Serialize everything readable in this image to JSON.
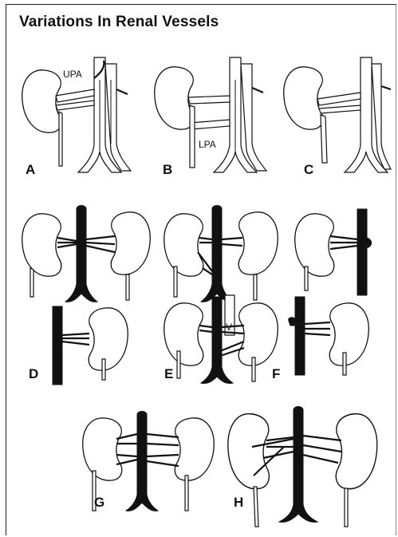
{
  "title": "Variations In Renal Vessels",
  "vessel_labels": {
    "upa": "UPA",
    "lpa": "LPA",
    "v": "V"
  },
  "panel_labels": [
    "A",
    "B",
    "C",
    "D",
    "E",
    "F",
    "G",
    "H"
  ]
}
